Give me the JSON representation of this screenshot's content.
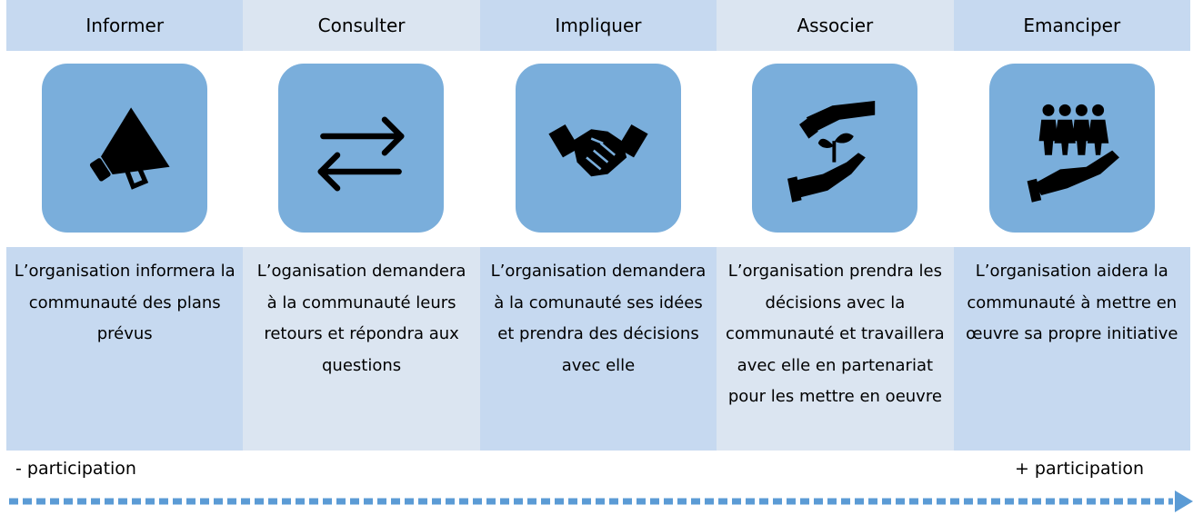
{
  "levels": [
    {
      "title": "Informer",
      "icon": "megaphone-icon",
      "description": "L’organisation informera la communauté des plans prévus"
    },
    {
      "title": "Consulter",
      "icon": "exchange-arrows-icon",
      "description": "L’oganisation demandera à la communauté leurs retours et répondra aux questions"
    },
    {
      "title": "Impliquer",
      "icon": "handshake-icon",
      "description": "L’organisation demandera à la comunauté ses idées et prendra des décisions avec elle"
    },
    {
      "title": "Associer",
      "icon": "hands-plant-icon",
      "description": "L’organisation prendra les décisions avec la communauté et travaillera avec elle en partenariat pour les mettre en oeuvre"
    },
    {
      "title": "Emanciper",
      "icon": "hand-people-icon",
      "description": "L’organisation aidera la communauté à mettre en œuvre sa propre initiative"
    }
  ],
  "scale": {
    "low_label": "- participation",
    "high_label": "+ participation"
  },
  "colors": {
    "header_dark": "#c6d9f0",
    "header_light": "#dbe5f1",
    "tile": "#7aaedb",
    "arrow": "#5b9bd5"
  }
}
